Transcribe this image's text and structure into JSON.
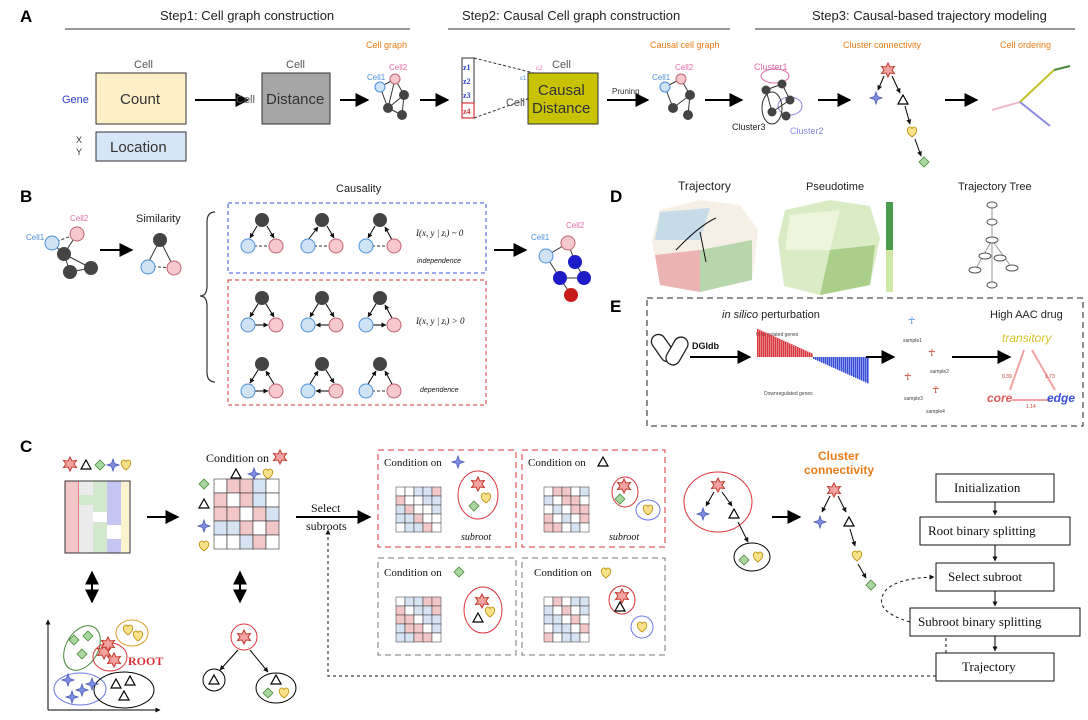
{
  "panels": {
    "A": "A",
    "B": "B",
    "C": "C",
    "D": "D",
    "E": "E"
  },
  "panelA": {
    "step1": "Step1: Cell graph construction",
    "step2": "Step2: Causal Cell graph construction",
    "step3": "Step3: Causal-based trajectory modeling",
    "cell_top": "Cell",
    "gene": "Gene",
    "count": "Count",
    "x": "X",
    "y": "Y",
    "location": "Location",
    "cell_top2": "Cell",
    "cell_left": "Cell",
    "distance": "Distance",
    "cell_graph": "Cell graph",
    "cell1": "Cell1",
    "cell2": "Cell2",
    "z_labels": [
      "z1",
      "z2",
      "z3",
      "z4"
    ],
    "c2": "c2",
    "c1": "c1",
    "cell_top3": "Cell",
    "cell_left2": "Cell",
    "causal_distance_1": "Causal",
    "causal_distance_2": "Distance",
    "pruning": "Pruning",
    "causal_cell_graph": "Causal cell graph",
    "cell1b": "Cell1",
    "cell2b": "Cell2",
    "cluster1": "Cluster1",
    "cluster2": "Cluster2",
    "cluster3": "Cluster3",
    "cluster_connectivity": "Cluster connectivity",
    "cell_ordering": "Cell ordering"
  },
  "panelB": {
    "cell1": "Cell1",
    "cell2": "Cell2",
    "similarity": "Similarity",
    "causality": "Causality",
    "independence_formula": "I(x, y | zᵢ) ~ 0",
    "independence": "independence",
    "dependence_formula": "I(x, y | zᵢ) > 0",
    "dependence": "dependence",
    "cell1b": "Cell1",
    "cell2b": "Cell2"
  },
  "panelC": {
    "condition_on": "Condition on",
    "select_subroots_1": "Select",
    "select_subroots_2": "subroots",
    "subroot": "subroot",
    "root": "ROOT",
    "cluster_connectivity_1": "Cluster",
    "cluster_connectivity_2": "connectivity",
    "flow": [
      "Initialization",
      "Root binary splitting",
      "Select subroot",
      "Subroot binary splitting",
      "Trajectory"
    ]
  },
  "panelD": {
    "trajectory": "Trajectory",
    "pseudotime": "Pseudotime",
    "trajectory_tree": "Trajectory Tree"
  },
  "panelE": {
    "in_silico_1": "in silico",
    "in_silico_2": " perturbation",
    "dgidb": "DGIdb",
    "upregulated": "Upregulated genes",
    "downregulated": "Downregulated genes",
    "samples": [
      "sample1",
      "sample2",
      "sample3",
      "sample4"
    ],
    "high_aac": "High AAC drug",
    "transitory": "transitory",
    "core": "core",
    "edge": "edge",
    "val1": "0.39",
    "val2": "1.14",
    "val3": "1.73"
  },
  "colors": {
    "cell1": "#4a90d9",
    "cell2": "#e06aa8",
    "orange": "#e87c17",
    "count_fill": "#fdefc8",
    "location_fill": "#d6e6f7",
    "distance_fill": "#a6a6a6",
    "causal_fill": "#c9c200",
    "red_dash": "#d9343a",
    "blue_dash": "#3a4fd9"
  }
}
